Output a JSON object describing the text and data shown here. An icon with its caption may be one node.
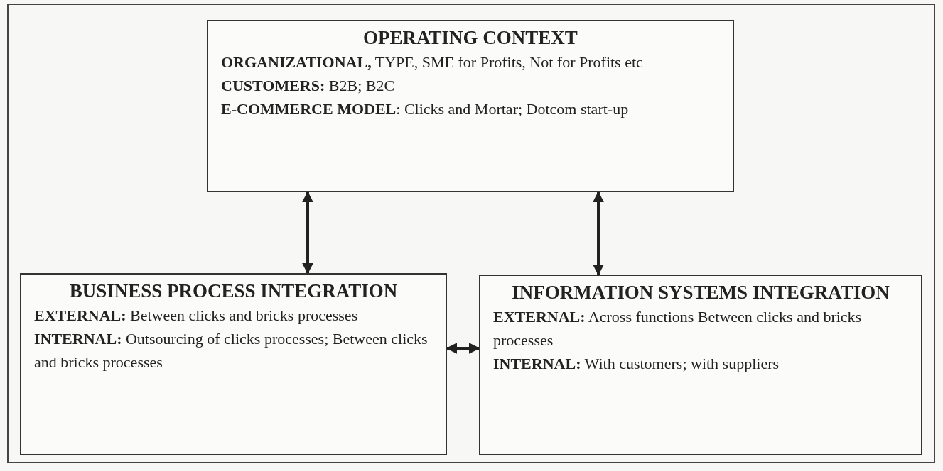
{
  "diagram": {
    "nodes": [
      {
        "text": [
          "OPERATING CONTEXT",
          "**ORGANIZATIONAL,** TYPE, SME for Profits, Not for Profits etc",
          "**CUSTOMERS:** B2B; B2C",
          "**E-COMMERCE MODEL**: Clicks and Mortar; Dotcom start-up"
        ]
      },
      {
        "text": [
          "BUSINESS PROCESS INTEGRATION",
          "**EXTERNAL:** Between clicks and bricks processes",
          "**INTERNAL:** Outsourcing of clicks processes; Between clicks and bricks processes"
        ]
      },
      {
        "text": [
          "INFORMATION SYSTEMS INTEGRATION",
          "**EXTERNAL:** Across functions Between clicks and bricks processes",
          "**INTERNAL:** With customers; with suppliers"
        ]
      }
    ],
    "edges": [
      {
        "from": 0,
        "to": 1,
        "arrow": "both"
      },
      {
        "from": 0,
        "to": 2,
        "arrow": "both"
      },
      {
        "from": 1,
        "to": 2,
        "arrow": "both"
      }
    ]
  }
}
